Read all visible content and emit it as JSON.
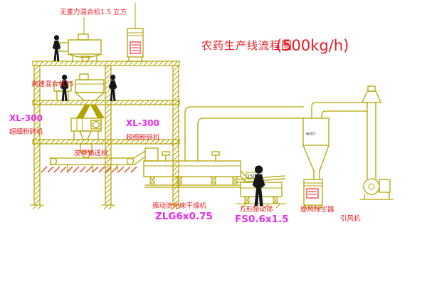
{
  "title": {
    "text": "农药生产线流程图",
    "capacity": "(500kg/h)"
  },
  "equipment_labels": {
    "gravity_mixer": "无重力混合机1.5 立方",
    "high_speed_mixer": "高速混合机35",
    "mill_left": {
      "model": "XL-300",
      "name": "超细粉碎机"
    },
    "mill_center": {
      "model": "XL-300",
      "name": "超细粉碎机"
    },
    "belt_conveyor": "皮带输送机",
    "fluid_bed_dryer": {
      "name": "振动流化床干燥机",
      "model": "ZLG6x0.75"
    },
    "square_sieve": {
      "name": "方形振动筛",
      "model": "FS0.6x1.5"
    },
    "cyclone": "旋风除尘器",
    "fan": "引风机"
  },
  "dimensions": {
    "sieve_width": "1500",
    "cyclone_dia": "600"
  },
  "colors": {
    "line": "#b3a400",
    "red": "#ed1c24",
    "magenta": "#e82de8",
    "black": "#161616",
    "hatch": "#e04a1e"
  }
}
